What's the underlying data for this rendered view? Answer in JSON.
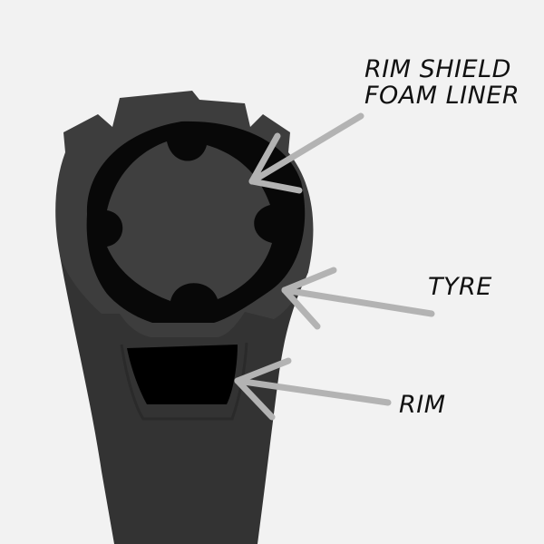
{
  "labels": {
    "foam_liner_line1": "RIM SHIELD",
    "foam_liner_line2": "FOAM LINER",
    "tyre": "TYRE",
    "rim": "RIM"
  },
  "colors": {
    "background": "#f2f2f2",
    "rim_body": "#333333",
    "tyre_casing": "#3d3d3d",
    "tyre_inner": "#080808",
    "foam_liner": "#3f3f3f",
    "rim_channel": "#000000",
    "arrow": "#b3b3b3",
    "text": "#111111"
  }
}
